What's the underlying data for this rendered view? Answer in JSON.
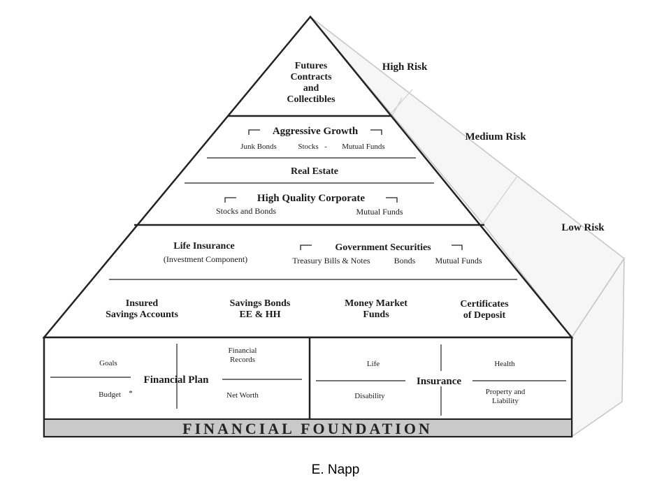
{
  "top": {
    "line1": "Futures",
    "line2": "Contracts",
    "line3": "and",
    "line4": "Collectibles"
  },
  "risk": {
    "high": "High Risk",
    "medium": "Medium Risk",
    "low": "Low Risk"
  },
  "medium": {
    "aggressive_growth": "Aggressive Growth",
    "junk_bonds": "Junk Bonds",
    "stocks": "Stocks",
    "dash": "-",
    "mutual_funds": "Mutual Funds",
    "real_estate": "Real Estate",
    "high_quality_corporate": "High Quality Corporate",
    "stocks_and_bonds": "Stocks and Bonds",
    "hq_mutual_funds": "Mutual Funds"
  },
  "low": {
    "life_insurance": "Life Insurance",
    "investment_component": "(Investment Component)",
    "government_securities": "Government Securities",
    "treasury": "Treasury Bills & Notes",
    "bonds": "Bonds",
    "gov_mutual_funds": "Mutual Funds",
    "insured_1": "Insured",
    "insured_2": "Savings Accounts",
    "savings_bonds_1": "Savings Bonds",
    "savings_bonds_2": "EE & HH",
    "money_market_1": "Money Market",
    "money_market_2": "Funds",
    "cd_1": "Certificates",
    "cd_2": "of Deposit"
  },
  "plan": {
    "goals": "Goals",
    "records_1": "Financial",
    "records_2": "Records",
    "title": "Financial Plan",
    "budget": "Budget",
    "budget_mark": "*",
    "net_worth": "Net Worth"
  },
  "insurance": {
    "life": "Life",
    "health": "Health",
    "title": "Insurance",
    "disability": "Disability",
    "property_1": "Property and",
    "property_2": "Liability"
  },
  "foundation": "FINANCIAL FOUNDATION",
  "credit": "E. Napp"
}
